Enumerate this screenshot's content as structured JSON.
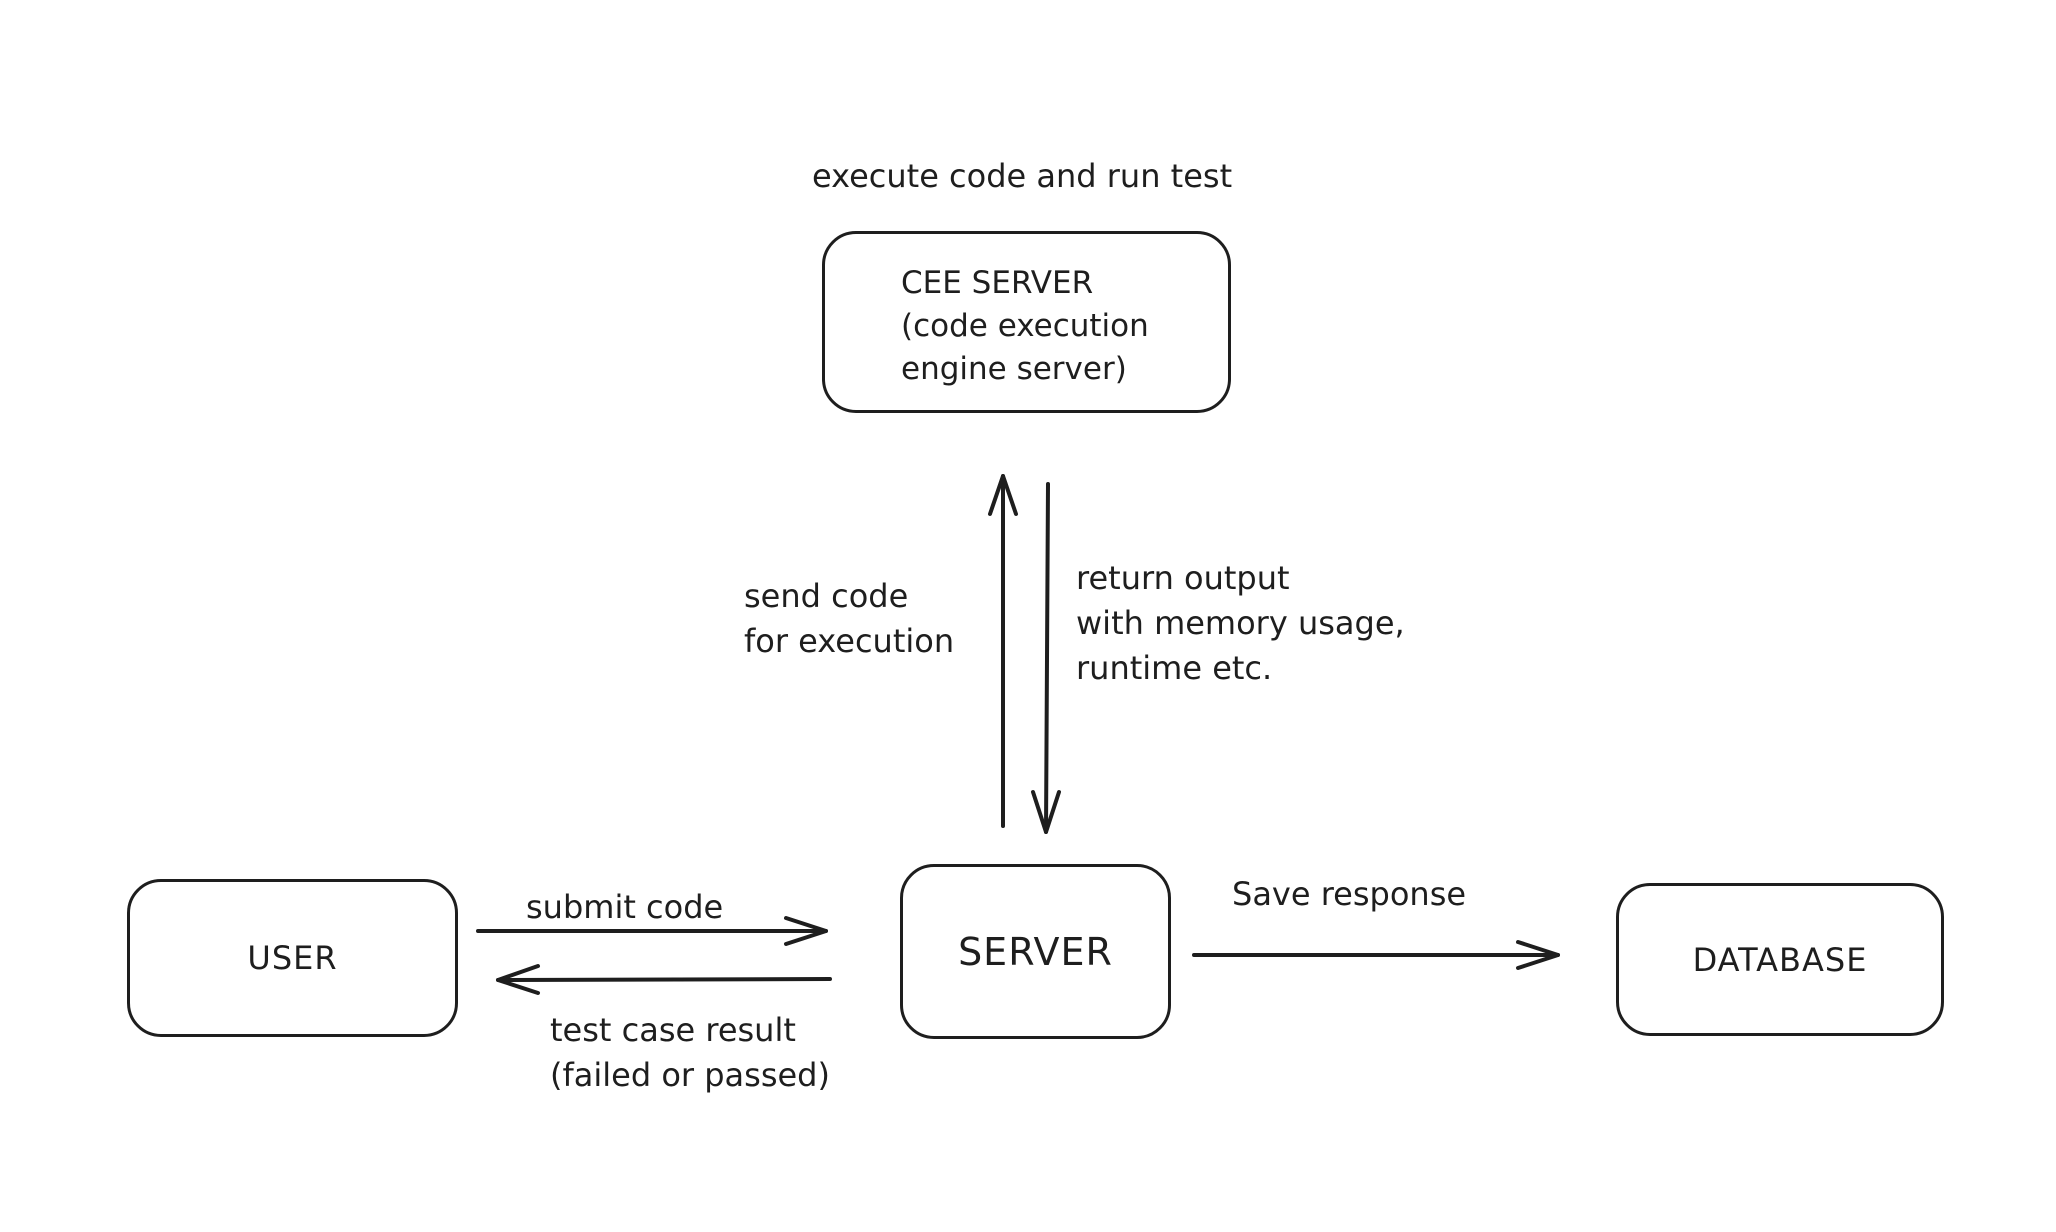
{
  "diagram": {
    "top_note": "execute code and run test",
    "nodes": {
      "cee_server": {
        "title": "CEE SERVER",
        "line2": "(code execution",
        "line3": "engine server)"
      },
      "user": {
        "label": "USER"
      },
      "server": {
        "label": "SERVER"
      },
      "database": {
        "label": "DATABASE"
      }
    },
    "edges": {
      "send_code": {
        "line1": "send code",
        "line2": "for execution"
      },
      "return_output": {
        "line1": "return output",
        "line2": "with memory usage,",
        "line3": "runtime etc."
      },
      "submit_code": {
        "label": "submit code"
      },
      "test_result": {
        "line1": "test case result",
        "line2": "(failed or passed)"
      },
      "save_response": {
        "label": "Save response"
      }
    }
  }
}
